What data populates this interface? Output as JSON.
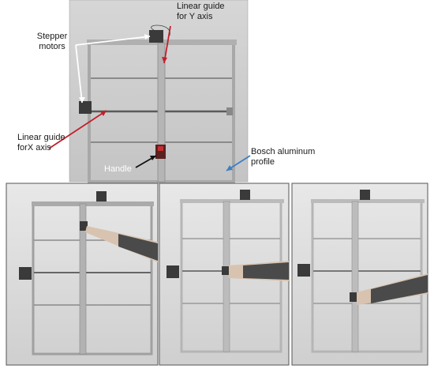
{
  "labels": {
    "stepper": "Stepper\nmotors",
    "y_guide": "Linear guide\nfor Y axis",
    "x_guide": "Linear guide\nforX axis",
    "handle": "Handle",
    "profile": "Bosch aluminum\nprofile"
  },
  "colors": {
    "red_arrow": "#c0202a",
    "blue_arrow": "#3b7fc4",
    "white_arrow": "#ffffff",
    "black_arrow": "#111111",
    "frame": "#b8b8b8",
    "wall_top": "#dcdcdc",
    "wall_bottom": "#c9c9c9",
    "sleeve": "#4a4a4a"
  }
}
